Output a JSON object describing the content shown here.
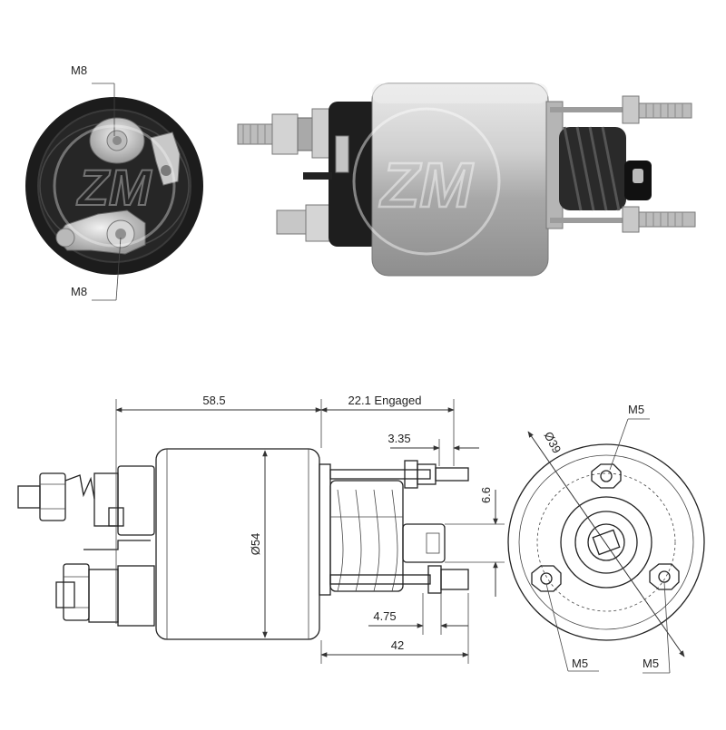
{
  "photo_labels": {
    "top_terminal": "M8",
    "bottom_terminal": "M8"
  },
  "logo": {
    "text": "ZM"
  },
  "dimensions": {
    "body_length": "58.5",
    "engaged_stroke": "22.1 Engaged",
    "small_offset": "3.35",
    "plunger_height": "6.6",
    "body_diameter": "Ø54",
    "inner_offset": "4.75",
    "total_rear": "42",
    "bolt_circle": "Ø39"
  },
  "end_view_labels": {
    "top_bolt": "M5",
    "left_bolt": "M5",
    "right_bolt": "M5"
  },
  "colors": {
    "line": "#222222",
    "metal": "#c9c9c9",
    "dark_part": "#1e1e1e"
  }
}
